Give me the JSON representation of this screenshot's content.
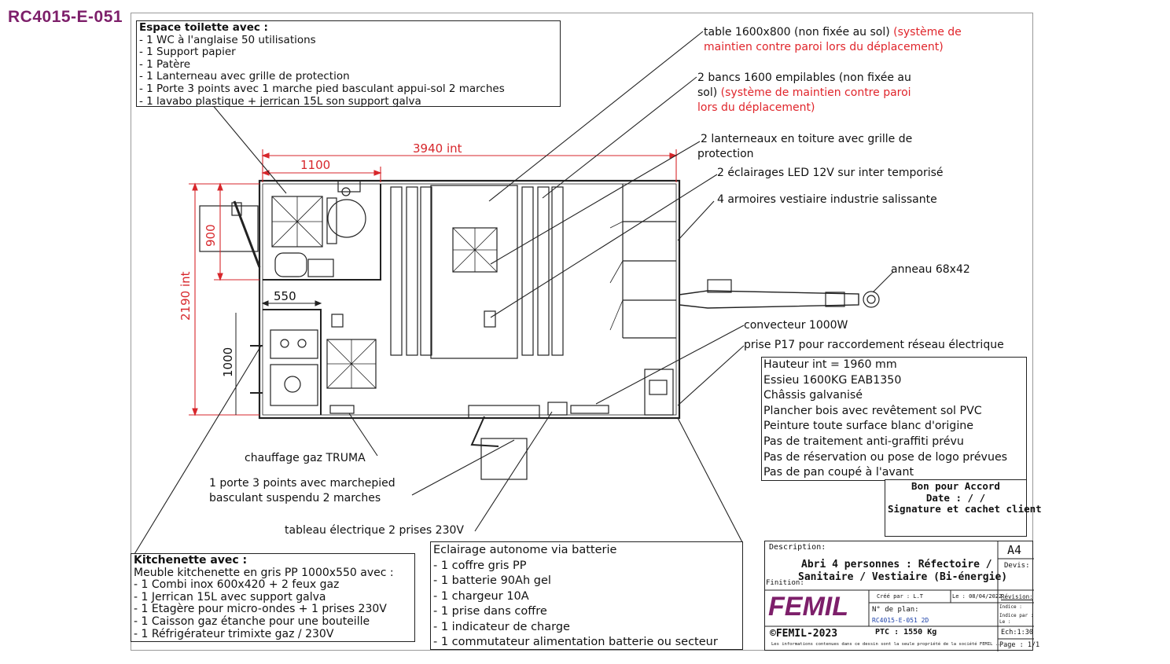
{
  "document_id": "RC4015-E-051",
  "toilet_box": {
    "title": "Espace toilette avec :",
    "items": [
      "- 1 WC à l'anglaise 50 utilisations",
      "- 1 Support papier",
      "- 1 Patère",
      "- 1 Lanterneau avec grille de protection",
      "- 1 Porte 3 points avec 1 marche pied basculant appui-sol 2 marches",
      "- 1 lavabo plastique + jerrican 15L son support galva"
    ]
  },
  "callouts": {
    "table_black": "table 1600x800 (non fixée au sol)",
    "table_red_a": "(système de",
    "table_red_b": "maintien contre paroi lors du déplacement)",
    "benches_black_a": "2 bancs 1600 empilables (non fixée au",
    "benches_black_b": "sol)",
    "benches_red_a": "(système de maintien contre paroi",
    "benches_red_b": "lors du déplacement)",
    "skylights_a": "2 lanterneaux en toiture avec grille de",
    "skylights_b": "protection",
    "led": "2 éclairages LED 12V sur inter temporisé",
    "lockers": "4 armoires vestiaire industrie salissante",
    "ring": "anneau 68x42",
    "convector": "convecteur 1000W",
    "p17": "prise P17 pour raccordement réseau électrique",
    "truma": "chauffage gaz TRUMA",
    "door_a": "1 porte 3 points avec marchepied",
    "door_b": "basculant suspendu 2 marches",
    "panel": "tableau électrique 2 prises 230V"
  },
  "dimensions": {
    "length": "3940 int",
    "wc_width": "1100",
    "wc_depth": "900",
    "width": "2190 int",
    "kitchen_width": "550",
    "kitchen_depth": "1000"
  },
  "specs": [
    "Hauteur int = 1960 mm",
    "Essieu 1600KG EAB1350",
    "Châssis galvanisé",
    "Plancher bois avec revêtement sol PVC",
    "Peinture toute surface blanc d'origine",
    "Pas de traitement anti-graffiti prévu",
    "Pas de réservation ou pose de logo prévues",
    "Pas de pan coupé à l'avant"
  ],
  "accord": [
    "Bon pour Accord",
    "Date :   /   /",
    "Signature et cachet client"
  ],
  "kitchen_box": {
    "title": "Kitchenette avec :",
    "items": [
      "Meuble kitchenette en gris PP 1000x550 avec :",
      "- 1 Combi inox 600x420 + 2 feux gaz",
      "- 1 Jerrican 15L avec support galva",
      "- 1 Etagère pour micro-ondes + 1 prises 230V",
      "- 1 Caisson gaz étanche pour une bouteille",
      "- 1 Réfrigérateur trimixte gaz / 230V"
    ]
  },
  "battery_box": {
    "title": "Eclairage autonome via batterie",
    "items": [
      "- 1 coffre gris PP",
      "- 1 batterie 90Ah gel",
      "- 1 chargeur 10A",
      "- 1 prise dans coffre",
      "- 1 indicateur de charge",
      "- 1 commutateur alimentation batterie ou secteur"
    ]
  },
  "title_block": {
    "description_label": "Description:",
    "finition_label": "Finition:",
    "description_line1": "Abri 4 personnes : Réfectoire /",
    "description_line2": "Sanitaire / Vestiaire (Bi-énergie)",
    "format": "A4",
    "devis_label": "Devis:",
    "logo": "FEMIL",
    "created_by": "Créé par : L.T",
    "created_date": "Le : 08/04/2022",
    "revision_label": "Révision:",
    "indice_label": "Indice :",
    "indice_par": "Indice par :",
    "indice_le": "Le :",
    "plan_label": "N° de plan:",
    "plan_number": "RC4015-E-051 2D",
    "ptc": "PTC : 1550 Kg",
    "scale": "Ech:1:30",
    "page": "Page : 1/1",
    "copyright": "©FEMIL-2023",
    "notice": "Les informations contenues dans ce dessin sont la seule propriété de la société FEMIL ..."
  },
  "colors": {
    "brand": "#7d1f6a",
    "dimension": "#d7262b",
    "femil_logo": "#7d1f6a"
  }
}
